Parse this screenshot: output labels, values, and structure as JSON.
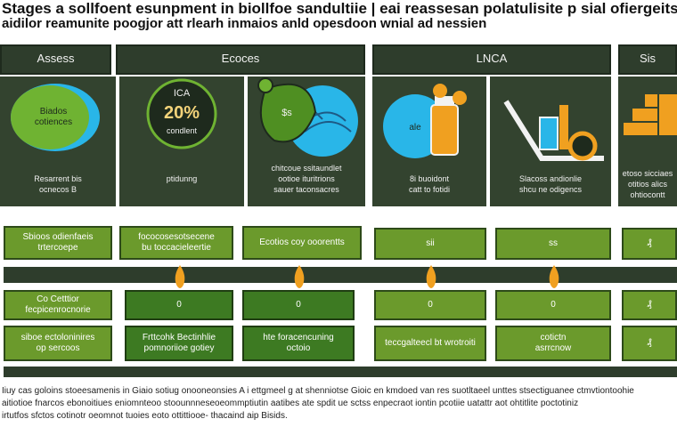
{
  "title_line1": "Stages a sollfoent esunpment in biollfoe sandultiie | eai reassesan polatulisite p sial ofiergeits",
  "title_line2": "aidilor reamunite poogjor att rlearh inmaios anld opesdoon wnial ad nessien",
  "headers": {
    "assess": "Assess",
    "ecoces": "Ecoces",
    "lnca": "LNCA",
    "sis": "Sis"
  },
  "panel1": {
    "circle_line1": "Biados",
    "circle_line2": "cotiences",
    "caption_line1": "Resarrent bis",
    "caption_line2": "ocnecos B"
  },
  "panel2": {
    "badge_top": "ICA",
    "badge_value": "20%",
    "badge_bottom": "condlent",
    "caption": "ptidunng"
  },
  "panel3": {
    "leaf_text": "$s",
    "caption_line1": "chitcoue ssitaundlet",
    "caption_line2": "ootioe ituritrions",
    "caption_line3": "sauer taconsacres"
  },
  "panel4": {
    "bottle_text": "ale",
    "caption_line1": "8i buoidont",
    "caption_line2": "catt to fotidi"
  },
  "panel5": {
    "caption_line1": "Slacoss andionlie",
    "caption_line2": "shcu ne odigencs"
  },
  "panel6": {
    "caption_line1": "etoso sicciaes",
    "caption_line2": "otitios alics",
    "caption_line3": "ohtiocontt"
  },
  "row1": {
    "box1_line1": "Sbioos odienfaeis",
    "box1_line2": "trtercoepe",
    "box2_line1": "fococosesotsecene",
    "box2_line2": "bu toccacieleertie",
    "box3": "Ecotios coy ooorentts",
    "box4": "sii",
    "box5": "ss",
    "box6": "₰"
  },
  "row2": {
    "box1_line1": "Co Cetttior",
    "box1_line2": "fecpicenrocnorie",
    "box2": "0",
    "box3": "0",
    "box4": "0",
    "box5": "0",
    "box6": "₰"
  },
  "row3": {
    "box1_line1": "siboe ectoloninires",
    "box1_line2": "op sercoos",
    "box2_line1": "Frttcohk Bectinhlie",
    "box2_line2": "pomnoriioe gotiey",
    "box3_line1": "hte foracencuning",
    "box3_line2": "octoio",
    "box4": "teccgalteecl bt wrotroiti",
    "box5_line1": "cotictn",
    "box5_line2": "asrrcnow",
    "box6": "₰"
  },
  "footer_line1": "Iiuy cas goloins stoeesamenis in Giaio sotiug onooneonsies A i ettgmeel g at shenniotse Gioic en kmdoed van res suotltaeel unttes stsectiguanee ctmvtiontoohie",
  "footer_line2": "aitiotioe fnarcos ebonoitiues eniomnteoo stoounnneseoeommptiutin aatibes ate spdit ue sctss enpecraot iontin pcotiie uatattr aot ohtitlite poctotiniz",
  "footer_line3": "irtutfos sfctos cotinotr oeomnot tuoies eoto ottittiooe- thacaind aip Bisids.",
  "colors": {
    "dark_panel": "#33432f",
    "green_light": "#6b9a2c",
    "green_dark": "#3d7a22",
    "orange": "#f0a020",
    "cyan": "#29b6e8"
  }
}
